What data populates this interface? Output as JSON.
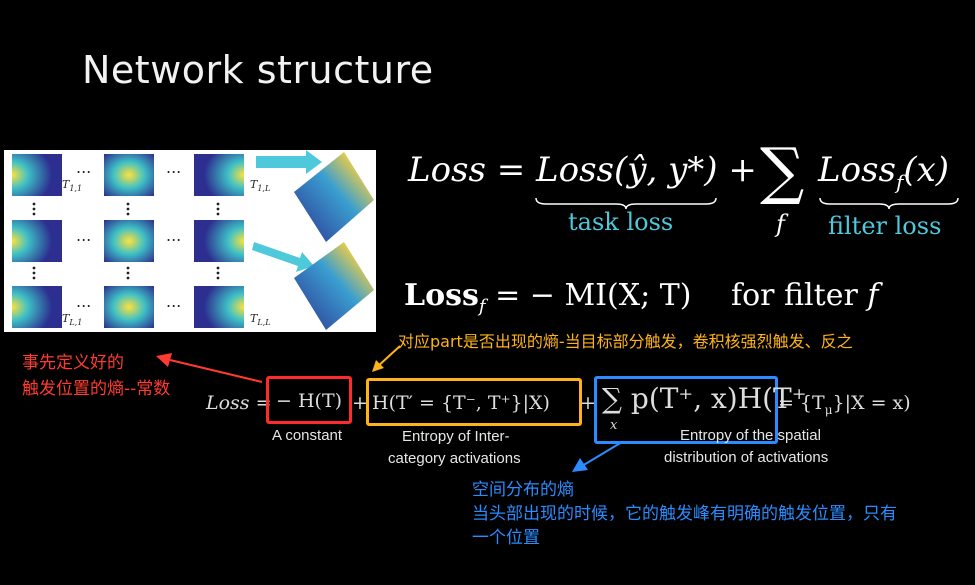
{
  "slide": {
    "title": "Network structure"
  },
  "figure": {
    "labels": [
      "T",
      "1,1",
      "T",
      "1,L",
      "T",
      "L,1",
      "T",
      "L,L"
    ],
    "dots": "..."
  },
  "equations": {
    "loss_main": "Loss = Loss(ŷ, y*) +",
    "sum_symbol": "∑",
    "sum_sub": "f",
    "loss_filter_term": "Loss",
    "loss_filter_sub": "f",
    "loss_filter_arg": "(x)",
    "task_loss_label": "task loss",
    "filter_loss_label": "filter loss",
    "loss_f_def": "Loss",
    "loss_f_sub": "f",
    "loss_f_rhs": "= − MI(X; T)",
    "for_filter": "for filter",
    "for_filter_f": "f",
    "expanded_prefix": "Loss =",
    "expanded_term1": "− H(T)",
    "plus1": "+",
    "expanded_term2": "H(T′ = {T⁻, T⁺}|X)",
    "plus2": "+",
    "expanded_term3": "∑ p(T⁺, x)H(T⁺",
    "expanded_term3_sub": "x",
    "expanded_tail": "= {T",
    "expanded_tail_sub": "μ",
    "expanded_tail_end": "}|X = x)",
    "label_constant": "A constant",
    "label_inter_1": "Entropy of Inter-",
    "label_inter_2": "category activations",
    "label_spatial_1": "Entropy of the spatial",
    "label_spatial_2": "distribution of activations"
  },
  "annotations": {
    "red_line1": "事先定义好的",
    "red_line2": "触发位置的熵--常数",
    "orange": "对应part是否出现的熵-当目标部分触发，卷积核强烈触发、反之",
    "blue_line1": "空间分布的熵",
    "blue_line2": "当头部出现的时候，它的触发峰有明确的触发位置，只有",
    "blue_line3": "一个位置"
  },
  "colors": {
    "red": "#ff3b30",
    "orange": "#ffb31a",
    "blue": "#2b8cff",
    "cyan": "#4ec9dc"
  }
}
